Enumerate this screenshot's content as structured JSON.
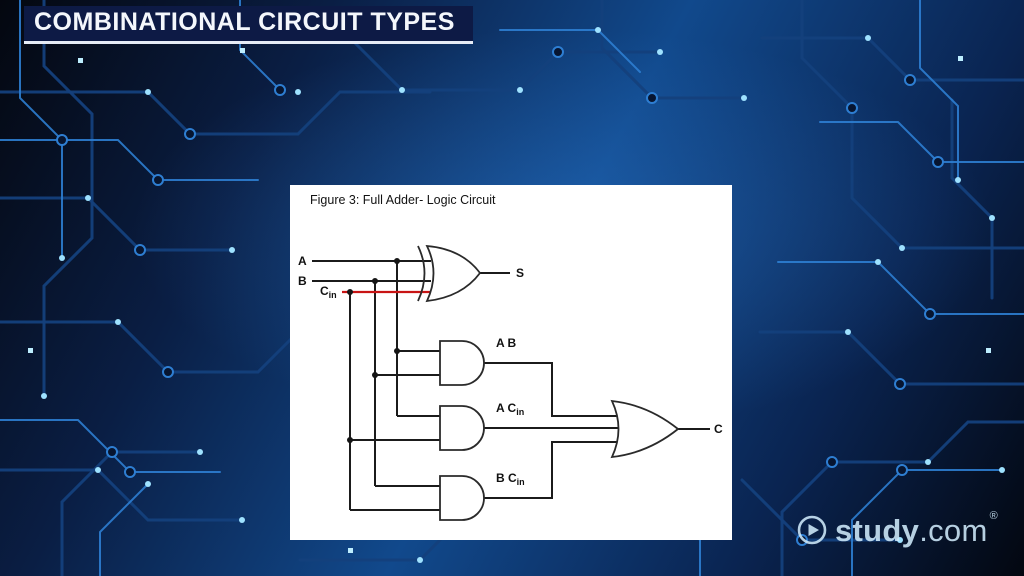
{
  "banner": {
    "title": "COMBINATIONAL CIRCUIT TYPES"
  },
  "figure": {
    "caption": "Figure 3: Full Adder-  Logic Circuit",
    "inputs": {
      "a": "A",
      "b": "B",
      "cin_main": "C",
      "cin_sub": "in"
    },
    "outputs": {
      "sum": "S",
      "carry": "C"
    },
    "gate_labels": {
      "and_ab": "A B",
      "and_acin_main": "A C",
      "and_acin_sub": "in",
      "and_bcin_main": "B C",
      "and_bcin_sub": "in"
    }
  },
  "branding": {
    "name_bold": "study",
    "name_suffix": ".com",
    "registered": "®"
  },
  "colors": {
    "banner_bg": "#0d1a45",
    "cin_wire": "#c81414",
    "logo_text": "#cfeafb",
    "panel_bg": "#ffffff",
    "board_trace_bright": "#2e7ed2"
  }
}
